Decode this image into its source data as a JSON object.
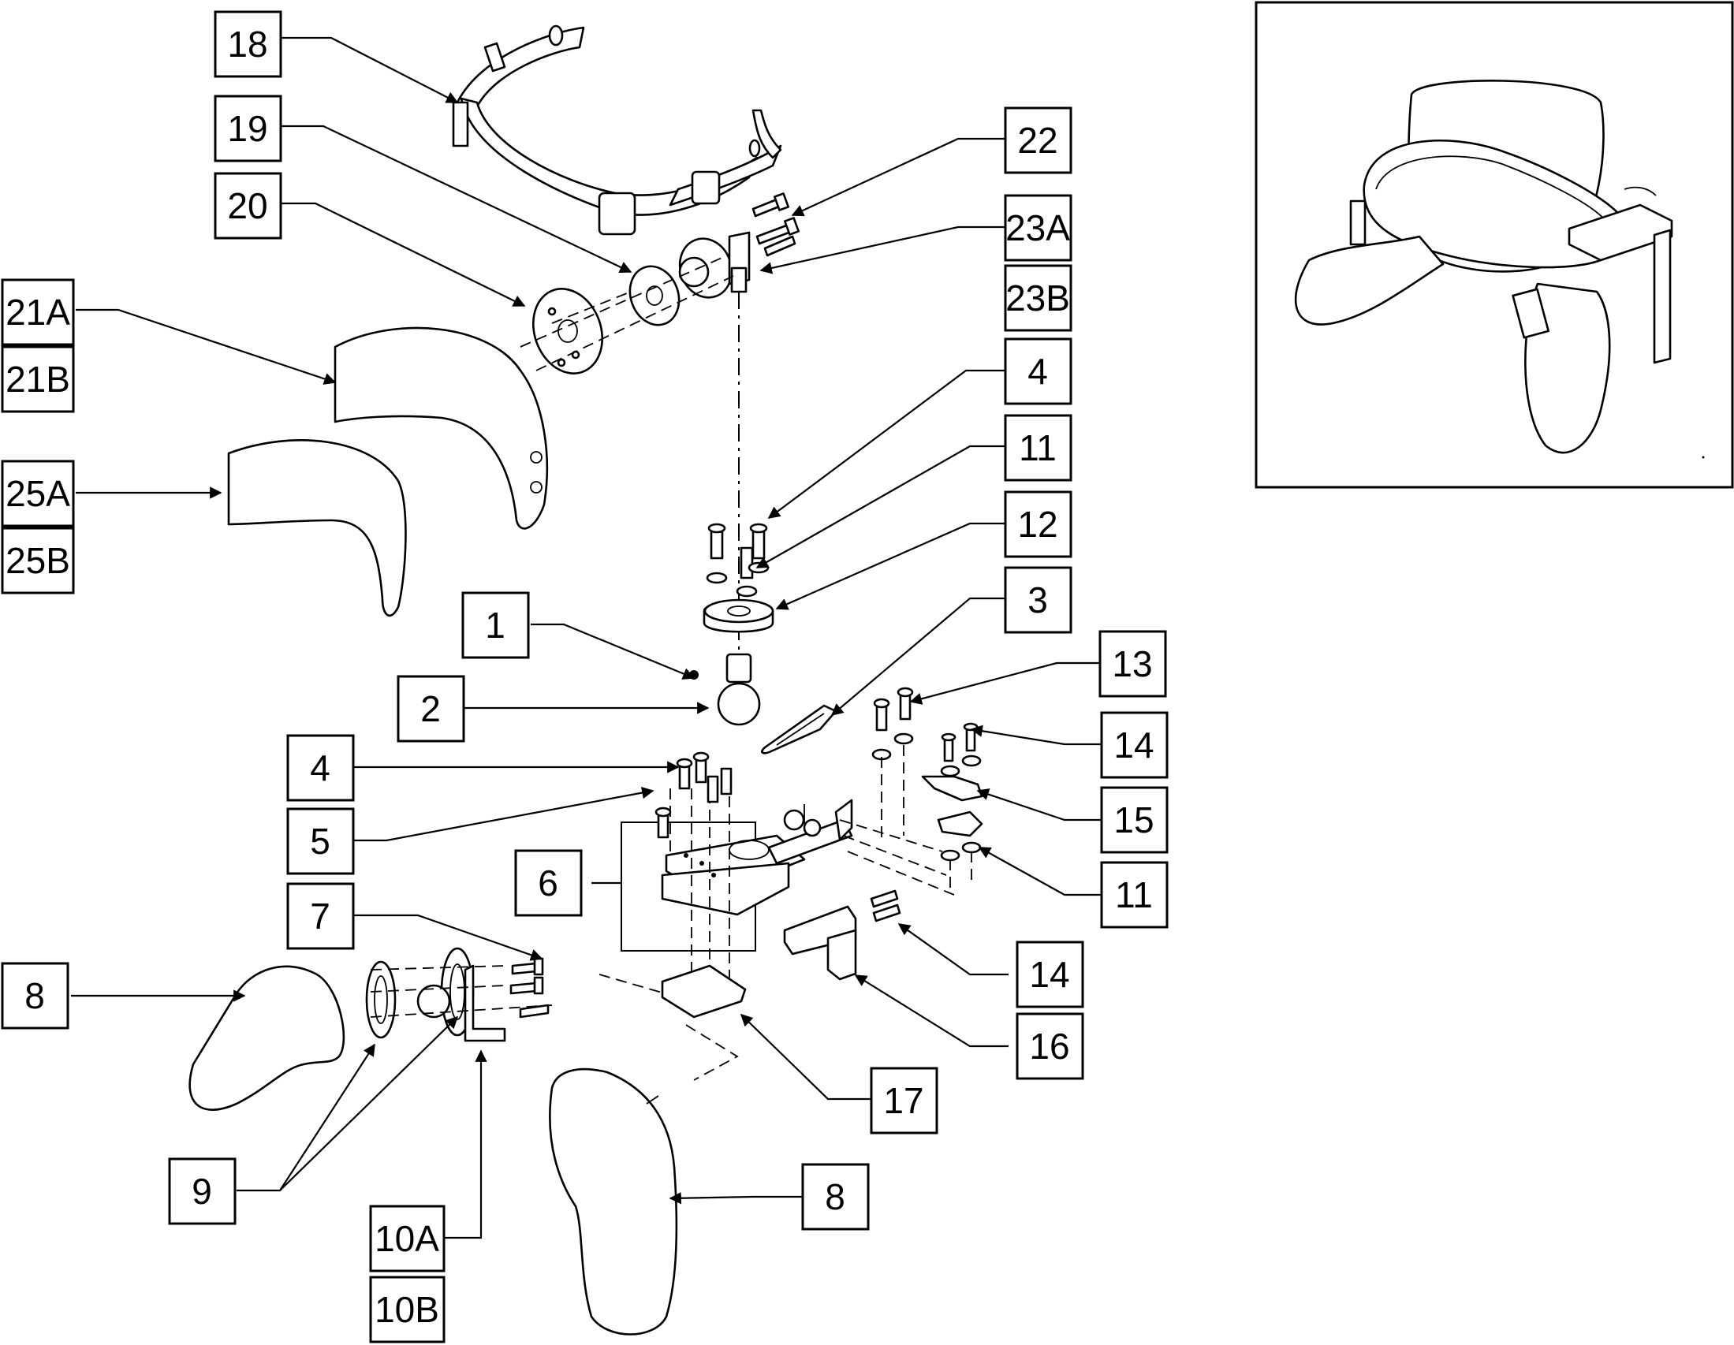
{
  "labels": {
    "l18": "18",
    "l19": "19",
    "l20": "20",
    "l21a": "21A",
    "l21b": "21B",
    "l25a": "25A",
    "l25b": "25B",
    "l22": "22",
    "l23a": "23A",
    "l23b": "23B",
    "l4a": "4",
    "l11a": "11",
    "l12": "12",
    "l3": "3",
    "l1": "1",
    "l2": "2",
    "l13": "13",
    "l4b": "4",
    "l5": "5",
    "l14a": "14",
    "l15": "15",
    "l6": "6",
    "l11b": "11",
    "l7": "7",
    "l8a": "8",
    "l14b": "14",
    "l16": "16",
    "l17": "17",
    "l9": "9",
    "l8b": "8",
    "l10a": "10A",
    "l10b": "10B"
  },
  "icons": [
    "assembled-headrest-inset",
    "exploded-parts-diagram"
  ]
}
